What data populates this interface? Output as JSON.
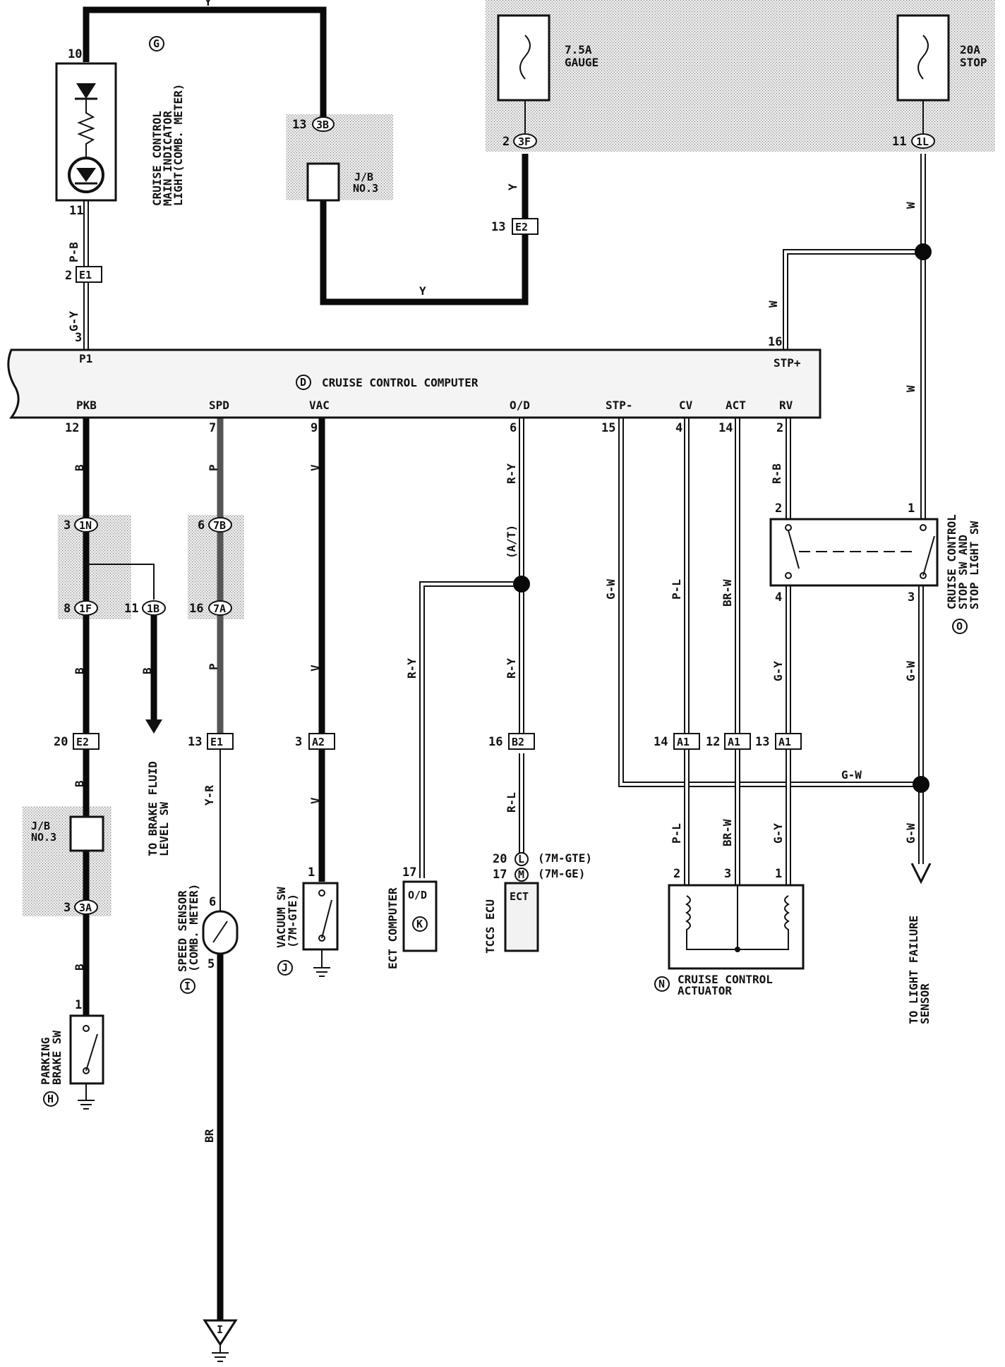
{
  "wires": {
    "y_top": "Y",
    "y_mid": "Y",
    "y_short": "Y",
    "p_b": "P-B",
    "g_y_top": "G-Y",
    "w_top": "W",
    "w_left": "W",
    "w_mid": "W",
    "b_1": "B",
    "b_2": "B",
    "b_3": "B",
    "b_4": "B",
    "b_5": "B",
    "p_1": "P",
    "p_2": "P",
    "y_r": "Y-R",
    "br": "BR",
    "v_1": "V",
    "v_2": "V",
    "v_3": "V",
    "r_y_1": "R-Y",
    "r_y_2": "R-Y",
    "r_y_3": "R-Y",
    "at": "(A/T)",
    "r_l": "R-L",
    "g_w_1": "G-W",
    "g_w_2": "G-W",
    "g_w_3": "G-W",
    "g_w_4": "G-W",
    "p_l_1": "P-L",
    "p_l_2": "P-L",
    "br_w_1": "BR-W",
    "br_w_2": "BR-W",
    "r_b": "R-B",
    "g_y_1": "G-Y",
    "g_y_2": "G-Y"
  },
  "fuses": {
    "gauge_rating": "7.5A",
    "gauge_name": "GAUGE",
    "stop_rating": "20A",
    "stop_name": "STOP"
  },
  "connectors": {
    "c_3f": "3F",
    "c_1l": "1L",
    "c_3b": "3B",
    "c_1n": "1N",
    "c_1f": "1F",
    "c_1b": "1B",
    "c_7b": "7B",
    "c_7a": "7A",
    "c_3a": "3A",
    "e1_top": "E1",
    "e2_top": "E2",
    "e2_left": "E2",
    "e1_spd": "E1",
    "a2": "A2",
    "b2": "B2",
    "a1_1": "A1",
    "a1_2": "A1",
    "a1_3": "A1",
    "l_pin": "L",
    "m_pin": "M"
  },
  "pins": {
    "p10": "10",
    "p11": "11",
    "p2_e1": "2",
    "p3_p1": "3",
    "p13_3b": "13",
    "p2_3f": "2",
    "p13_e2": "13",
    "p11_1l": "11",
    "p16": "16",
    "p12": "12",
    "p7": "7",
    "p9": "9",
    "p6": "6",
    "p15": "15",
    "p4": "4",
    "p14": "14",
    "p2_rv": "2",
    "p3_1n": "3",
    "p6_7b": "6",
    "p8_1f": "8",
    "p11_1b": "11",
    "p16_7a": "16",
    "p20_e2": "20",
    "p13_e1": "13",
    "p3_a2": "3",
    "p16_b2": "16",
    "p14_a1": "14",
    "p12_a1": "12",
    "p13_a1": "13",
    "p3_3a": "3",
    "p1_pk": "1",
    "p6_sp": "6",
    "p5_sp": "5",
    "p1_vac": "1",
    "p17_ect": "17",
    "p20_l": "20",
    "p17_m": "17",
    "p2_act": "2",
    "p3_act": "3",
    "p1_act": "1",
    "p2_stop": "2",
    "p1_stop": "1",
    "p4_stop": "4",
    "p3_stop": "3"
  },
  "computer": {
    "letter": "D",
    "title": "CRUISE CONTROL COMPUTER",
    "term_p1": "P1",
    "term_stp_plus": "STP+",
    "term_pkb": "PKB",
    "term_spd": "SPD",
    "term_vac": "VAC",
    "term_od": "O/D",
    "term_stp_minus": "STP-",
    "term_cv": "CV",
    "term_act": "ACT",
    "term_rv": "RV"
  },
  "components": {
    "indicator_letter": "G",
    "indicator_l1": "CRUISE CONTROL",
    "indicator_l2": "MAIN INDICATOR",
    "indicator_l3": "LIGHT(COMB. METER)",
    "jb3_top_l1": "J/B",
    "jb3_top_l2": "NO.3",
    "jb3_left_l1": "J/B",
    "jb3_left_l2": "NO.3",
    "brake_fluid_l1": "TO BRAKE FLUID",
    "brake_fluid_l2": "LEVEL SW",
    "parking_letter": "H",
    "parking_l1": "PARKING",
    "parking_l2": "BRAKE SW",
    "speed_letter": "I",
    "speed_l1": "SPEED SENSOR",
    "speed_l2": "(COMB. METER)",
    "vacuum_letter": "J",
    "vacuum_l1": "VACUUM SW",
    "vacuum_l2": "(7M-GTE)",
    "ect_letter": "K",
    "ect_name": "ECT COMPUTER",
    "ect_term": "O/D",
    "tccs_name": "TCCS ECU",
    "tccs_term": "ECT",
    "engine_gte": "(7M-GTE)",
    "engine_ge": "(7M-GE)",
    "actuator_letter": "N",
    "actuator_l1": "CRUISE CONTROL",
    "actuator_l2": "ACTUATOR",
    "stop_sw_letter": "O",
    "stop_sw_l1": "CRUISE CONTROL",
    "stop_sw_l2": "STOP SW AND",
    "stop_sw_l3": "STOP LIGHT SW",
    "td_l1": "TO LIGHT FAILURE",
    "td_l2": "SENSOR",
    "ground_letter": "I"
  }
}
